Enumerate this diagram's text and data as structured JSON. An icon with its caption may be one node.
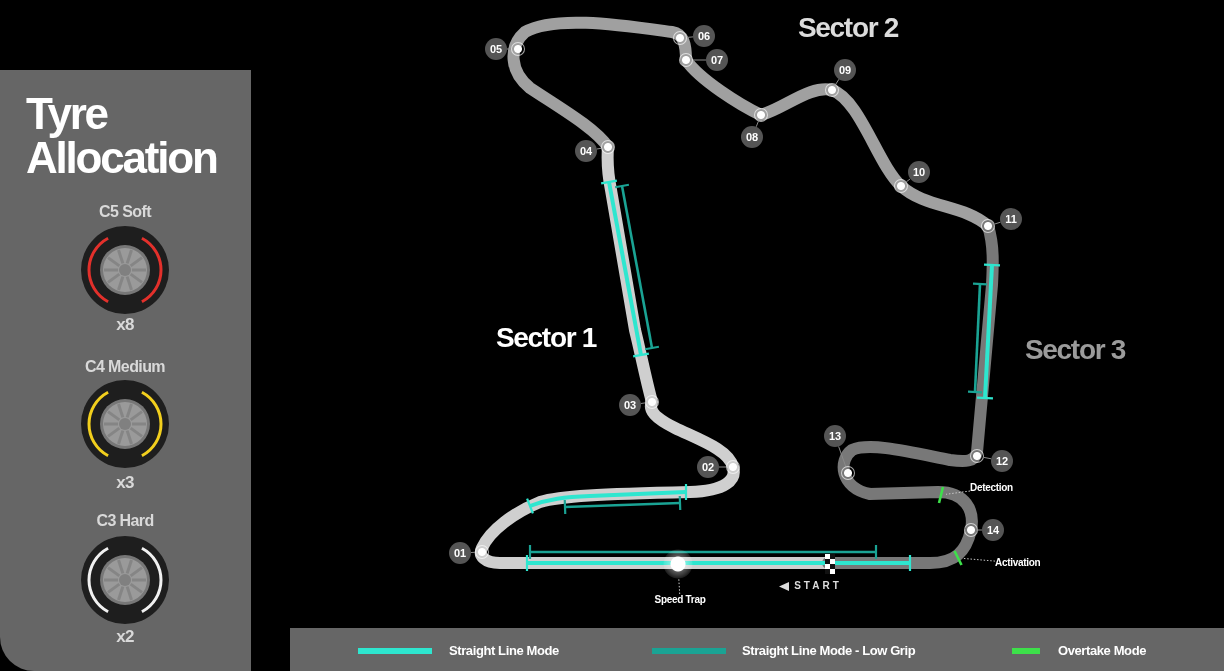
{
  "diagram": {
    "title": "Tyre Allocation",
    "nodes": [
      {
        "text": [
          "01"
        ]
      },
      {
        "text": [],
        "shape": "circle"
      },
      {
        "text": [
          "02"
        ]
      },
      {
        "text": [],
        "shape": "circle"
      },
      {
        "text": [
          "03"
        ]
      },
      {
        "text": [],
        "shape": "circle"
      },
      {
        "text": [
          "04"
        ]
      },
      {
        "text": [],
        "shape": "circle"
      },
      {
        "text": [
          "05"
        ]
      },
      {
        "text": [],
        "shape": "circle"
      },
      {
        "text": [
          "06"
        ]
      },
      {
        "text": [],
        "shape": "circle"
      },
      {
        "text": [
          "07"
        ]
      },
      {
        "text": [],
        "shape": "circle"
      },
      {
        "text": [
          "08"
        ]
      },
      {
        "text": [],
        "shape": "circle"
      },
      {
        "text": [
          "09"
        ]
      },
      {
        "text": [],
        "shape": "circle"
      },
      {
        "text": [
          "10"
        ]
      },
      {
        "text": [],
        "shape": "circle"
      },
      {
        "text": [
          "11"
        ]
      },
      {
        "text": [],
        "shape": "circle"
      },
      {
        "text": [
          "12"
        ]
      },
      {
        "text": [],
        "shape": "circle"
      },
      {
        "text": [
          "13"
        ]
      },
      {
        "text": [],
        "shape": "circle"
      },
      {
        "text": [
          "14"
        ]
      },
      {
        "text": [],
        "shape": "circle"
      },
      {
        "text": [
          "Speed Trap"
        ]
      },
      {
        "text": [],
        "shape": "circle"
      },
      {
        "text": [
          "Detection"
        ]
      },
      {
        "text": [],
        "shape": "bar"
      },
      {
        "text": [
          "Activation"
        ]
      },
      {
        "text": [],
        "shape": "bar"
      }
    ],
    "edges": [
      {
        "from": 0,
        "to": 1,
        "arrow": "none"
      },
      {
        "from": 2,
        "to": 3,
        "arrow": "none"
      },
      {
        "from": 4,
        "to": 5,
        "arrow": "none"
      },
      {
        "from": 6,
        "to": 7,
        "arrow": "none"
      },
      {
        "from": 8,
        "to": 9,
        "arrow": "none"
      },
      {
        "from": 10,
        "to": 11,
        "arrow": "none"
      },
      {
        "from": 12,
        "to": 13,
        "arrow": "none"
      },
      {
        "from": 14,
        "to": 15,
        "arrow": "none"
      },
      {
        "from": 16,
        "to": 17,
        "arrow": "none"
      },
      {
        "from": 18,
        "to": 19,
        "arrow": "none"
      },
      {
        "from": 20,
        "to": 21,
        "arrow": "none"
      },
      {
        "from": 22,
        "to": 23,
        "arrow": "none"
      },
      {
        "from": 24,
        "to": 25,
        "arrow": "none"
      },
      {
        "from": 26,
        "to": 27,
        "arrow": "none"
      },
      {
        "from": 28,
        "to": 29,
        "arrow": "none",
        "style": "dashed"
      },
      {
        "from": 30,
        "to": 31,
        "arrow": "none",
        "style": "dashed"
      },
      {
        "from": 32,
        "to": 33,
        "arrow": "none",
        "style": "dashed"
      }
    ],
    "labels": [
      "C5 Soft",
      "x8",
      "C4 Medium",
      "x3",
      "C3 Hard",
      "x2",
      "Sector 2",
      "Sector 1",
      "Sector 3",
      "START"
    ],
    "legend": [
      {
        "text": "Straight Line Mode",
        "color": "#2ee6cf"
      },
      {
        "text": "Straight Line Mode - Low Grip",
        "color": "#1aa394"
      },
      {
        "text": "Overtake Mode",
        "color": "#3de04a"
      }
    ]
  }
}
